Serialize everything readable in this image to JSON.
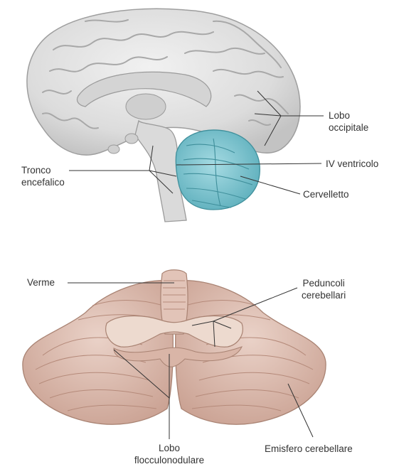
{
  "labels": {
    "lobo_occipitale": [
      "Lobo",
      "occipitale"
    ],
    "tronco_encefalico": [
      "Tronco",
      "encefalico"
    ],
    "iv_ventricolo": "IV ventricolo",
    "cervelletto": "Cervelletto",
    "verme": "Verme",
    "peduncoli_cerebellari": [
      "Peduncoli",
      "cerebellari"
    ],
    "lobo_flocculonodulare": [
      "Lobo",
      "flocculonodulare"
    ],
    "emisfero_cerebellare": "Emisfero cerebellare"
  },
  "colors": {
    "brain": "#e3e3e3",
    "brain_shadow": "#bdbdbd",
    "cerebellum_teal": "#7fc4cf",
    "cerebellum_pink": "#dcb9ab",
    "cerebellum_pink_dark": "#b98f80",
    "leader_line": "#333333"
  }
}
